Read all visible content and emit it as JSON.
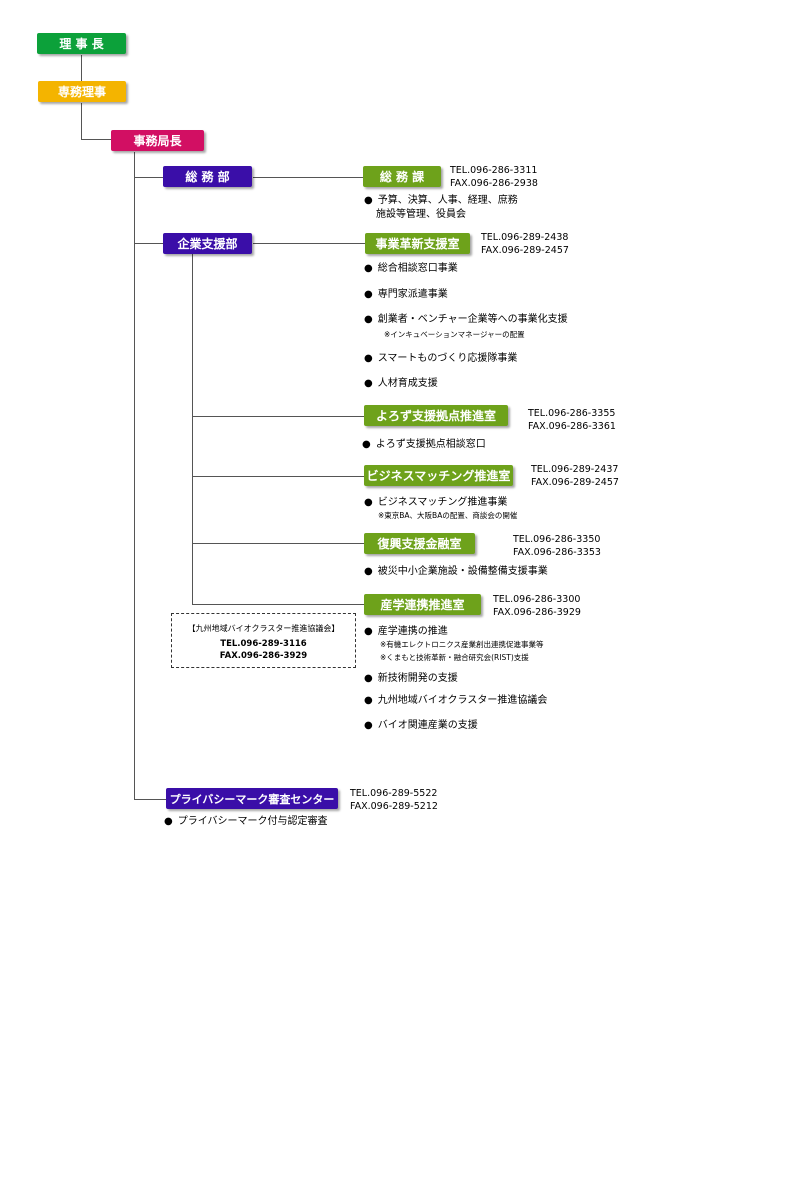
{
  "colors": {
    "green": "#0ca13a",
    "yellow": "#f4b400",
    "pink": "#d20f63",
    "purple": "#3a0ea8",
    "olive": "#6ea21b"
  },
  "nodes": {
    "chairman": "理 事 長",
    "executive_director": "専務理事",
    "secretary_general": "事務局長",
    "general_affairs_dept": "総 務 部",
    "enterprise_support_dept": "企業支援部",
    "privacy_center": "プライバシーマーク審査センター"
  },
  "sections": {
    "general_affairs": {
      "title": "総 務 課",
      "tel": "TEL.096-286-3311",
      "fax": "FAX.096-286-2938",
      "items": [
        "予算、決算、人事、経理、庶務",
        "施設等管理、役員会"
      ]
    },
    "business_innovation": {
      "title": "事業革新支援室",
      "tel": "TEL.096-289-2438",
      "fax": "FAX.096-289-2457",
      "items": [
        "総合相談窓口事業",
        "専門家派遣事業",
        "創業者・ベンチャー企業等への事業化支援",
        "スマートものづくり応援隊事業",
        "人材育成支援"
      ],
      "note": "※インキュベーションマネージャーの配置"
    },
    "yorozu": {
      "title": "よろず支援拠点推進室",
      "tel": "TEL.096-286-3355",
      "fax": "FAX.096-286-3361",
      "items": [
        "よろず支援拠点相談窓口"
      ]
    },
    "business_matching": {
      "title": "ビジネスマッチング推進室",
      "tel": "TEL.096-289-2437",
      "fax": "FAX.096-289-2457",
      "items": [
        "ビジネスマッチング推進事業"
      ],
      "note": "※東京BA、大阪BAの配置、商談会の開催"
    },
    "reconstruction": {
      "title": "復興支援金融室",
      "tel": "TEL.096-286-3350",
      "fax": "FAX.096-286-3353",
      "items": [
        "被災中小企業施設・設備整備支援事業"
      ]
    },
    "industry_academia": {
      "title": "産学連携推進室",
      "tel": "TEL.096-286-3300",
      "fax": "FAX.096-286-3929",
      "items": [
        "産学連携の推進",
        "新技術開発の支援",
        "九州地域バイオクラスター推進協議会",
        "バイオ関連産業の支援"
      ],
      "notes": [
        "※有機エレクトロニクス産業創出連携促進事業等",
        "※くまもと技術革新・融合研究会(RIST)支援"
      ]
    },
    "privacy": {
      "tel": "TEL.096-289-5522",
      "fax": "FAX.096-289-5212",
      "items": [
        "プライバシーマーク付与認定審査"
      ]
    }
  },
  "bio_cluster_box": {
    "title": "【九州地域バイオクラスター推進協議会】",
    "tel": "TEL.096-289-3116",
    "fax": "FAX.096-286-3929"
  },
  "bullet": "●"
}
